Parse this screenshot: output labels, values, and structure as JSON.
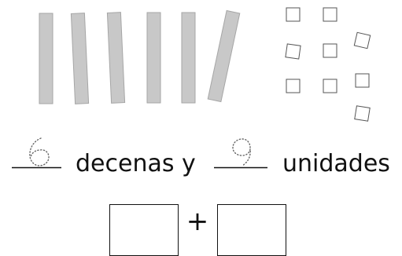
{
  "model": {
    "tens_count": 6,
    "units_count": 9
  },
  "sentence": {
    "tens_answer": "6",
    "tens_word": "decenas y",
    "units_answer": "9",
    "units_word": "unidades"
  },
  "equation": {
    "operator": "+"
  }
}
